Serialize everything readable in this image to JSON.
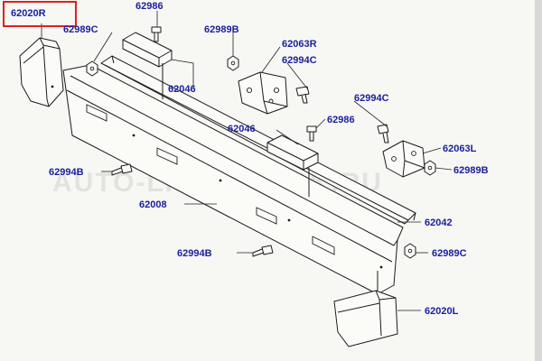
{
  "diagram": {
    "highlighted_part": "62020R",
    "watermark": "AUTO-LIGA TRUCK.RU",
    "parts": [
      {
        "id": "p-62020R",
        "label": "62020R"
      },
      {
        "id": "p-62986-top",
        "label": "62986"
      },
      {
        "id": "p-62989C-top",
        "label": "62989C"
      },
      {
        "id": "p-62989B-top",
        "label": "62989B"
      },
      {
        "id": "p-62063R",
        "label": "62063R"
      },
      {
        "id": "p-62994C-a",
        "label": "62994C"
      },
      {
        "id": "p-62046-a",
        "label": "62046"
      },
      {
        "id": "p-62994C-b",
        "label": "62994C"
      },
      {
        "id": "p-62046-b",
        "label": "62046"
      },
      {
        "id": "p-62986-mid",
        "label": "62986"
      },
      {
        "id": "p-62063L",
        "label": "62063L"
      },
      {
        "id": "p-62989B-right",
        "label": "62989B"
      },
      {
        "id": "p-62994B-left",
        "label": "62994B"
      },
      {
        "id": "p-62008",
        "label": "62008"
      },
      {
        "id": "p-62042",
        "label": "62042"
      },
      {
        "id": "p-62994B-bottom",
        "label": "62994B"
      },
      {
        "id": "p-62989C-bottom",
        "label": "62989C"
      },
      {
        "id": "p-62020L",
        "label": "62020L"
      }
    ]
  }
}
